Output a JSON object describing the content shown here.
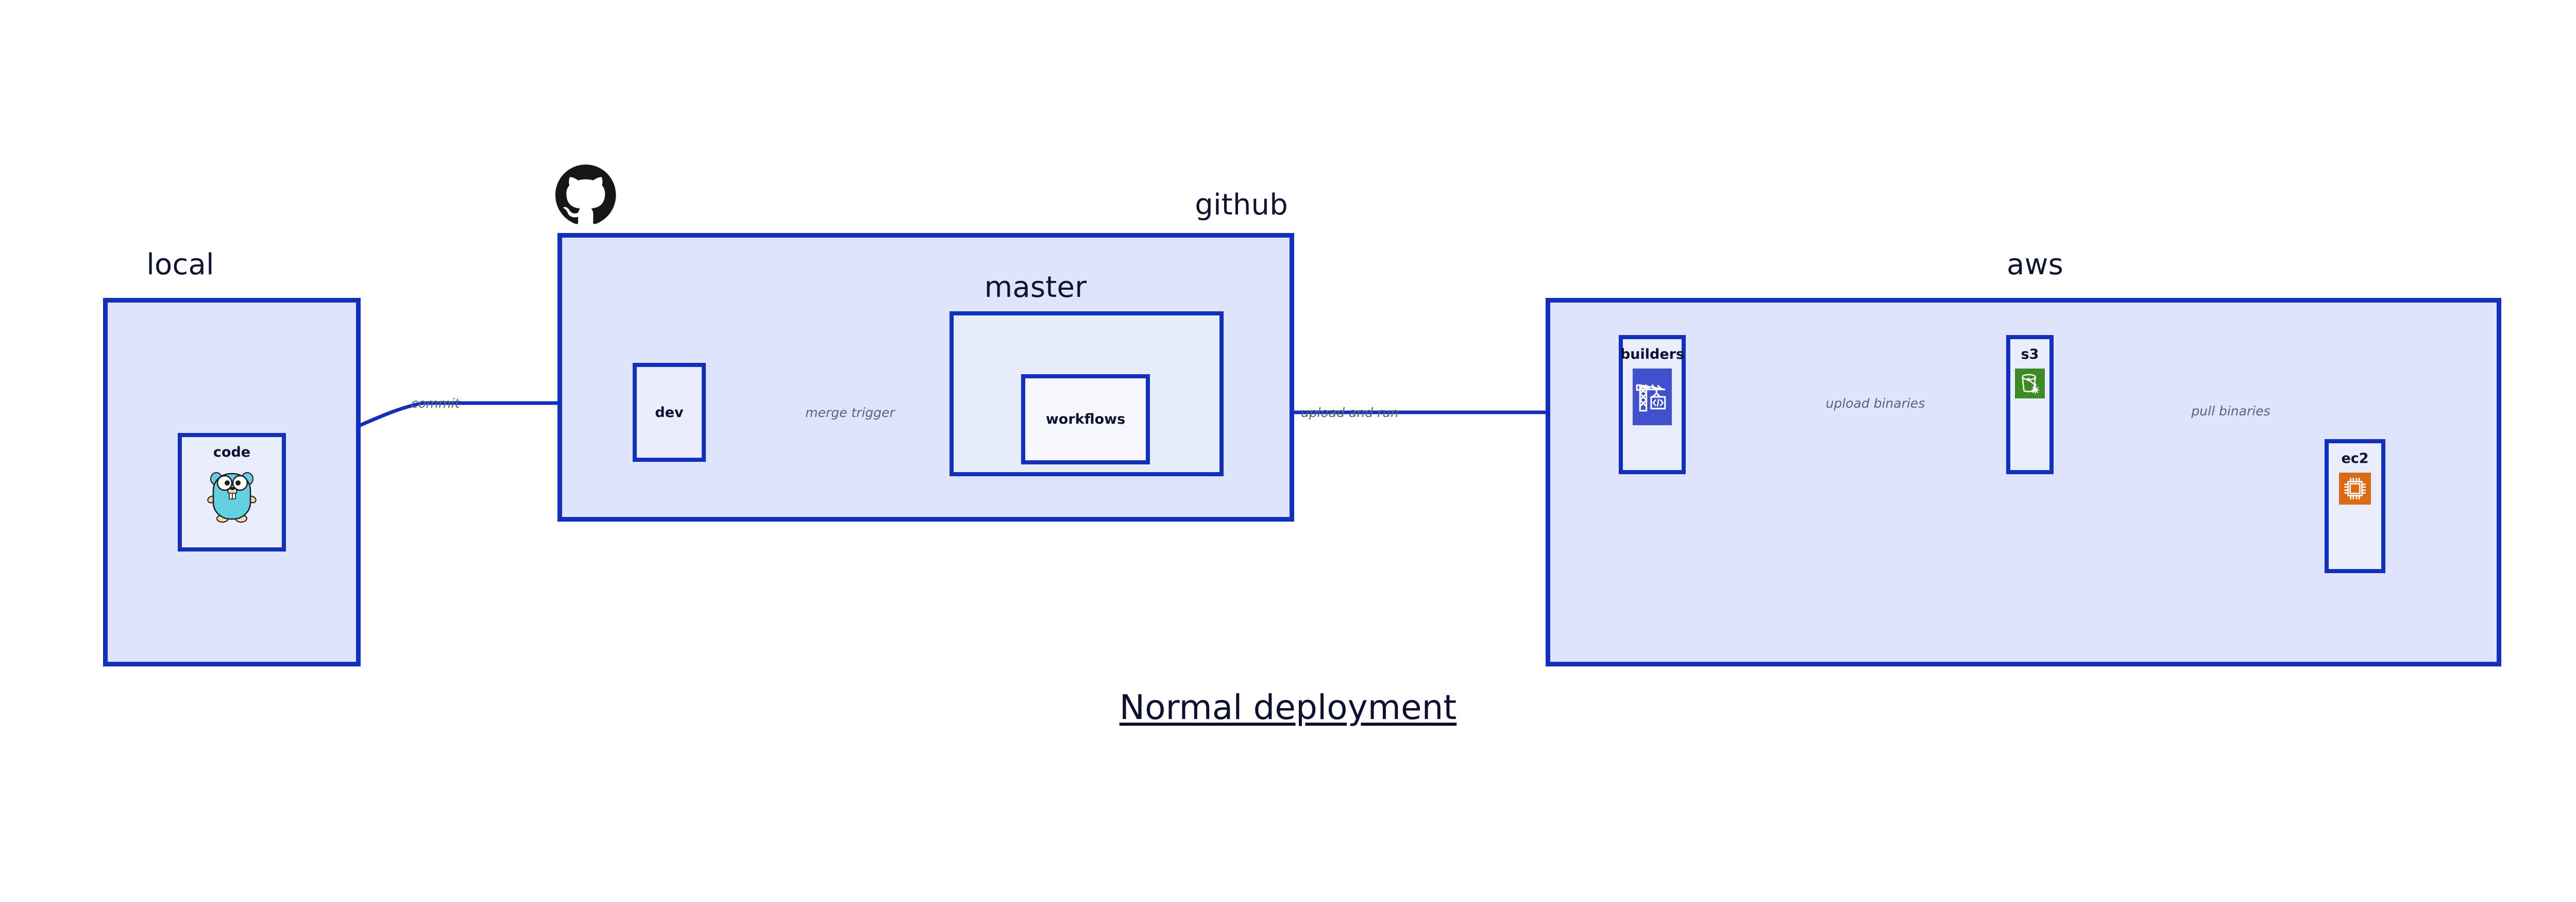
{
  "title": "Normal deployment",
  "colors": {
    "group_fill": "#dee4fb",
    "group_border": "#1130c0",
    "node_fill": "#e9edfc",
    "node_fill_white": "#f5f7fd",
    "edge_stroke": "#1130c0",
    "edge_label_text": "#5d6374",
    "title_text": "#0d1030",
    "builders_icon_bg": "#3f51cc",
    "s3_icon_bg": "#3d8b24",
    "ec2_icon_bg": "#dd6b14",
    "gopher_body": "#62d0df",
    "github_logo": "#181717"
  },
  "groups": [
    {
      "id": "local",
      "label": "local"
    },
    {
      "id": "github",
      "label": "github"
    },
    {
      "id": "aws",
      "label": "aws"
    }
  ],
  "subgroups": [
    {
      "id": "master",
      "label": "master",
      "parent": "github"
    }
  ],
  "nodes": [
    {
      "id": "code",
      "label": "code",
      "icon": "go-gopher-icon",
      "parent": "local"
    },
    {
      "id": "dev",
      "label": "dev",
      "icon": null,
      "parent": "github"
    },
    {
      "id": "workflows",
      "label": "workflows",
      "icon": null,
      "parent": "master"
    },
    {
      "id": "builders",
      "label": "builders",
      "icon": "crane-code-icon",
      "parent": "aws"
    },
    {
      "id": "s3",
      "label": "s3",
      "icon": "s3-bucket-icon",
      "parent": "aws"
    },
    {
      "id": "ec2",
      "label": "ec2",
      "icon": "cpu-chip-icon",
      "parent": "aws"
    }
  ],
  "edges": [
    {
      "id": "commit",
      "label": "commit",
      "from": "code",
      "to": "dev"
    },
    {
      "id": "merge-trigger",
      "label": "merge trigger",
      "from": "dev",
      "to": "workflows"
    },
    {
      "id": "upload-run",
      "label": "upload and run",
      "from": "workflows",
      "to": "builders"
    },
    {
      "id": "upload-bin",
      "label": "upload binaries",
      "from": "builders",
      "to": "s3"
    },
    {
      "id": "pull-bin",
      "label": "pull binaries",
      "from": "s3",
      "to": "ec2"
    }
  ],
  "logo": {
    "name": "github-octocat-logo"
  }
}
